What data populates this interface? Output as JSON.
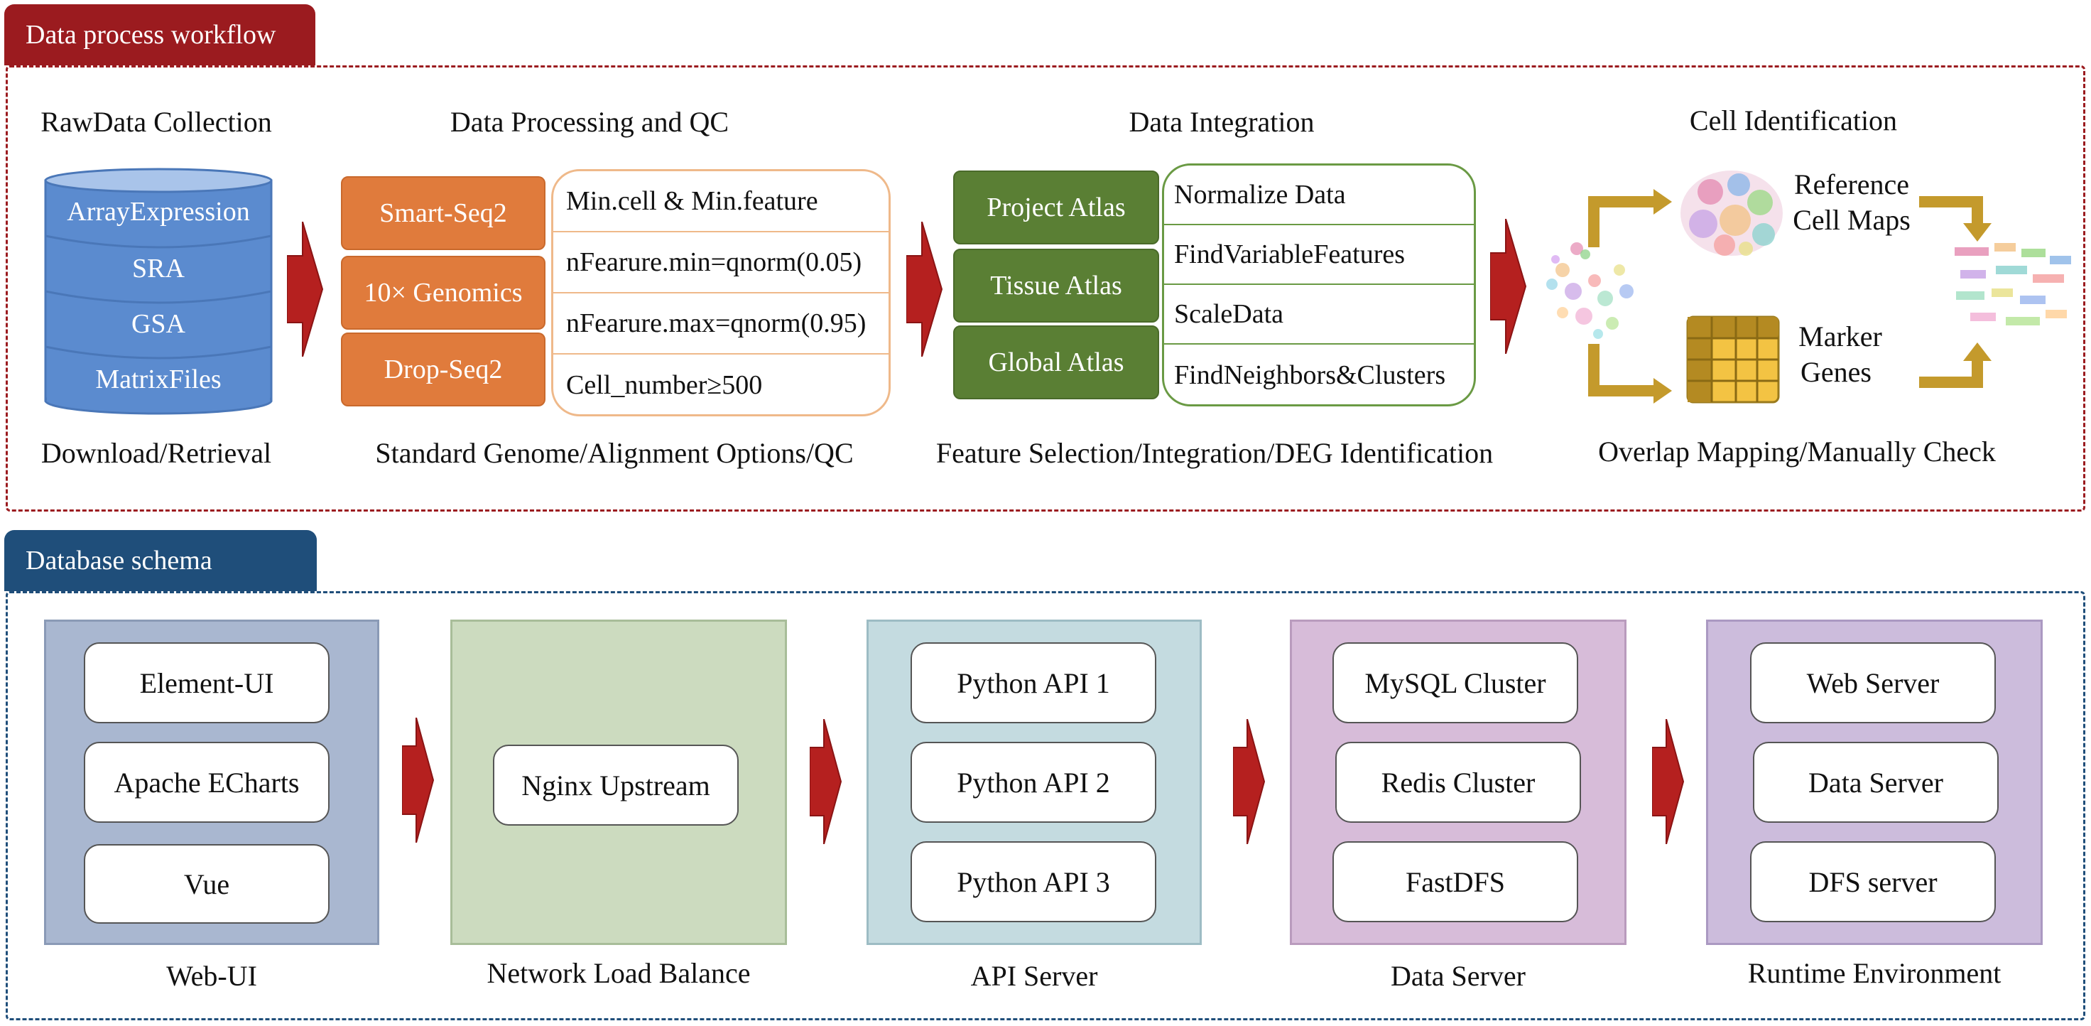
{
  "workflow": {
    "tab_title": "Data process workflow",
    "raw": {
      "title": "RawData Collection",
      "sources": [
        "ArrayExpression",
        "SRA",
        "GSA",
        "MatrixFiles"
      ],
      "caption": "Download/Retrieval"
    },
    "processing": {
      "title": "Data Processing and QC",
      "platforms": [
        "Smart-Seq2",
        "10× Genomics",
        "Drop-Seq2"
      ],
      "qc_steps": [
        "Min.cell & Min.feature",
        "nFearure.min=qnorm(0.05)",
        "nFearure.max=qnorm(0.95)",
        "Cell_number≥500"
      ],
      "caption": "Standard Genome/Alignment Options/QC"
    },
    "integration": {
      "title": "Data Integration",
      "atlases": [
        "Project Atlas",
        "Tissue Atlas",
        "Global Atlas"
      ],
      "steps": [
        "Normalize Data",
        "FindVariableFeatures",
        "ScaleData",
        "FindNeighbors&Clusters"
      ],
      "caption": "Feature Selection/Integration/DEG Identification"
    },
    "identification": {
      "title": "Cell Identification",
      "reference_line1": "Reference",
      "reference_line2": "Cell Maps",
      "marker_line1": "Marker",
      "marker_line2": "Genes",
      "caption": "Overlap Mapping/Manually Check"
    }
  },
  "schema": {
    "tab_title": "Database schema",
    "webui": {
      "items": [
        "Element-UI",
        "Apache ECharts",
        "Vue"
      ],
      "caption": "Web-UI"
    },
    "network": {
      "items": [
        "Nginx Upstream"
      ],
      "caption": "Network Load Balance"
    },
    "api": {
      "items": [
        "Python API 1",
        "Python API 2",
        "Python API 3"
      ],
      "caption": "API Server"
    },
    "data": {
      "items": [
        "MySQL Cluster",
        "Redis Cluster",
        "FastDFS"
      ],
      "caption": "Data Server"
    },
    "runtime": {
      "items": [
        "Web Server",
        "Data Server",
        "DFS server"
      ],
      "caption": "Runtime Environment"
    }
  },
  "colors": {
    "workflow_accent": "#9b1b1f",
    "schema_accent": "#1f4e7a",
    "arrow": "#b5201f",
    "gold_arrow": "#c49a2c"
  }
}
